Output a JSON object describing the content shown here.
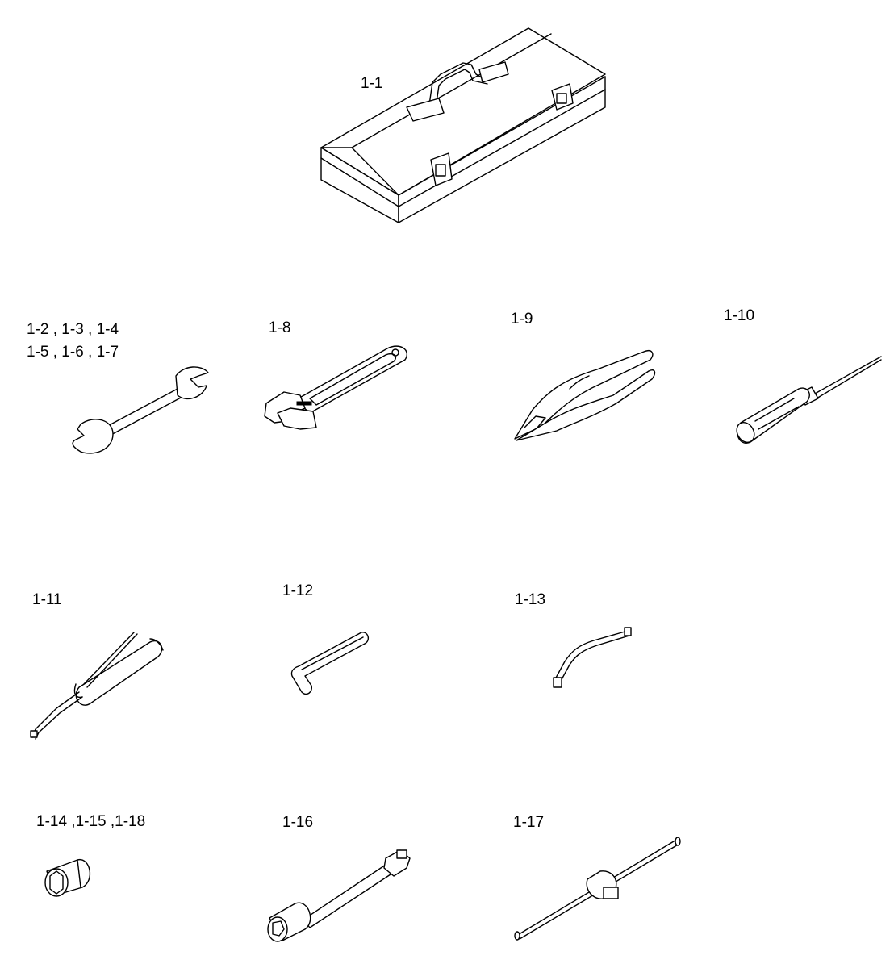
{
  "diagram": {
    "labels": {
      "toolbox": "1-1",
      "spanner_a": "1-2 , 1-3 , 1-4",
      "spanner_b": "1-5 , 1-6 , 1-7",
      "adjustable_wrench": "1-8",
      "pliers": "1-9",
      "screwdriver": "1-10",
      "grease_gun": "1-11",
      "hex_key": "1-12",
      "bent_bar": "1-13",
      "sockets": "1-14 ,1-15 ,1-18",
      "extension_bar": "1-16",
      "t_handle": "1-17"
    }
  }
}
